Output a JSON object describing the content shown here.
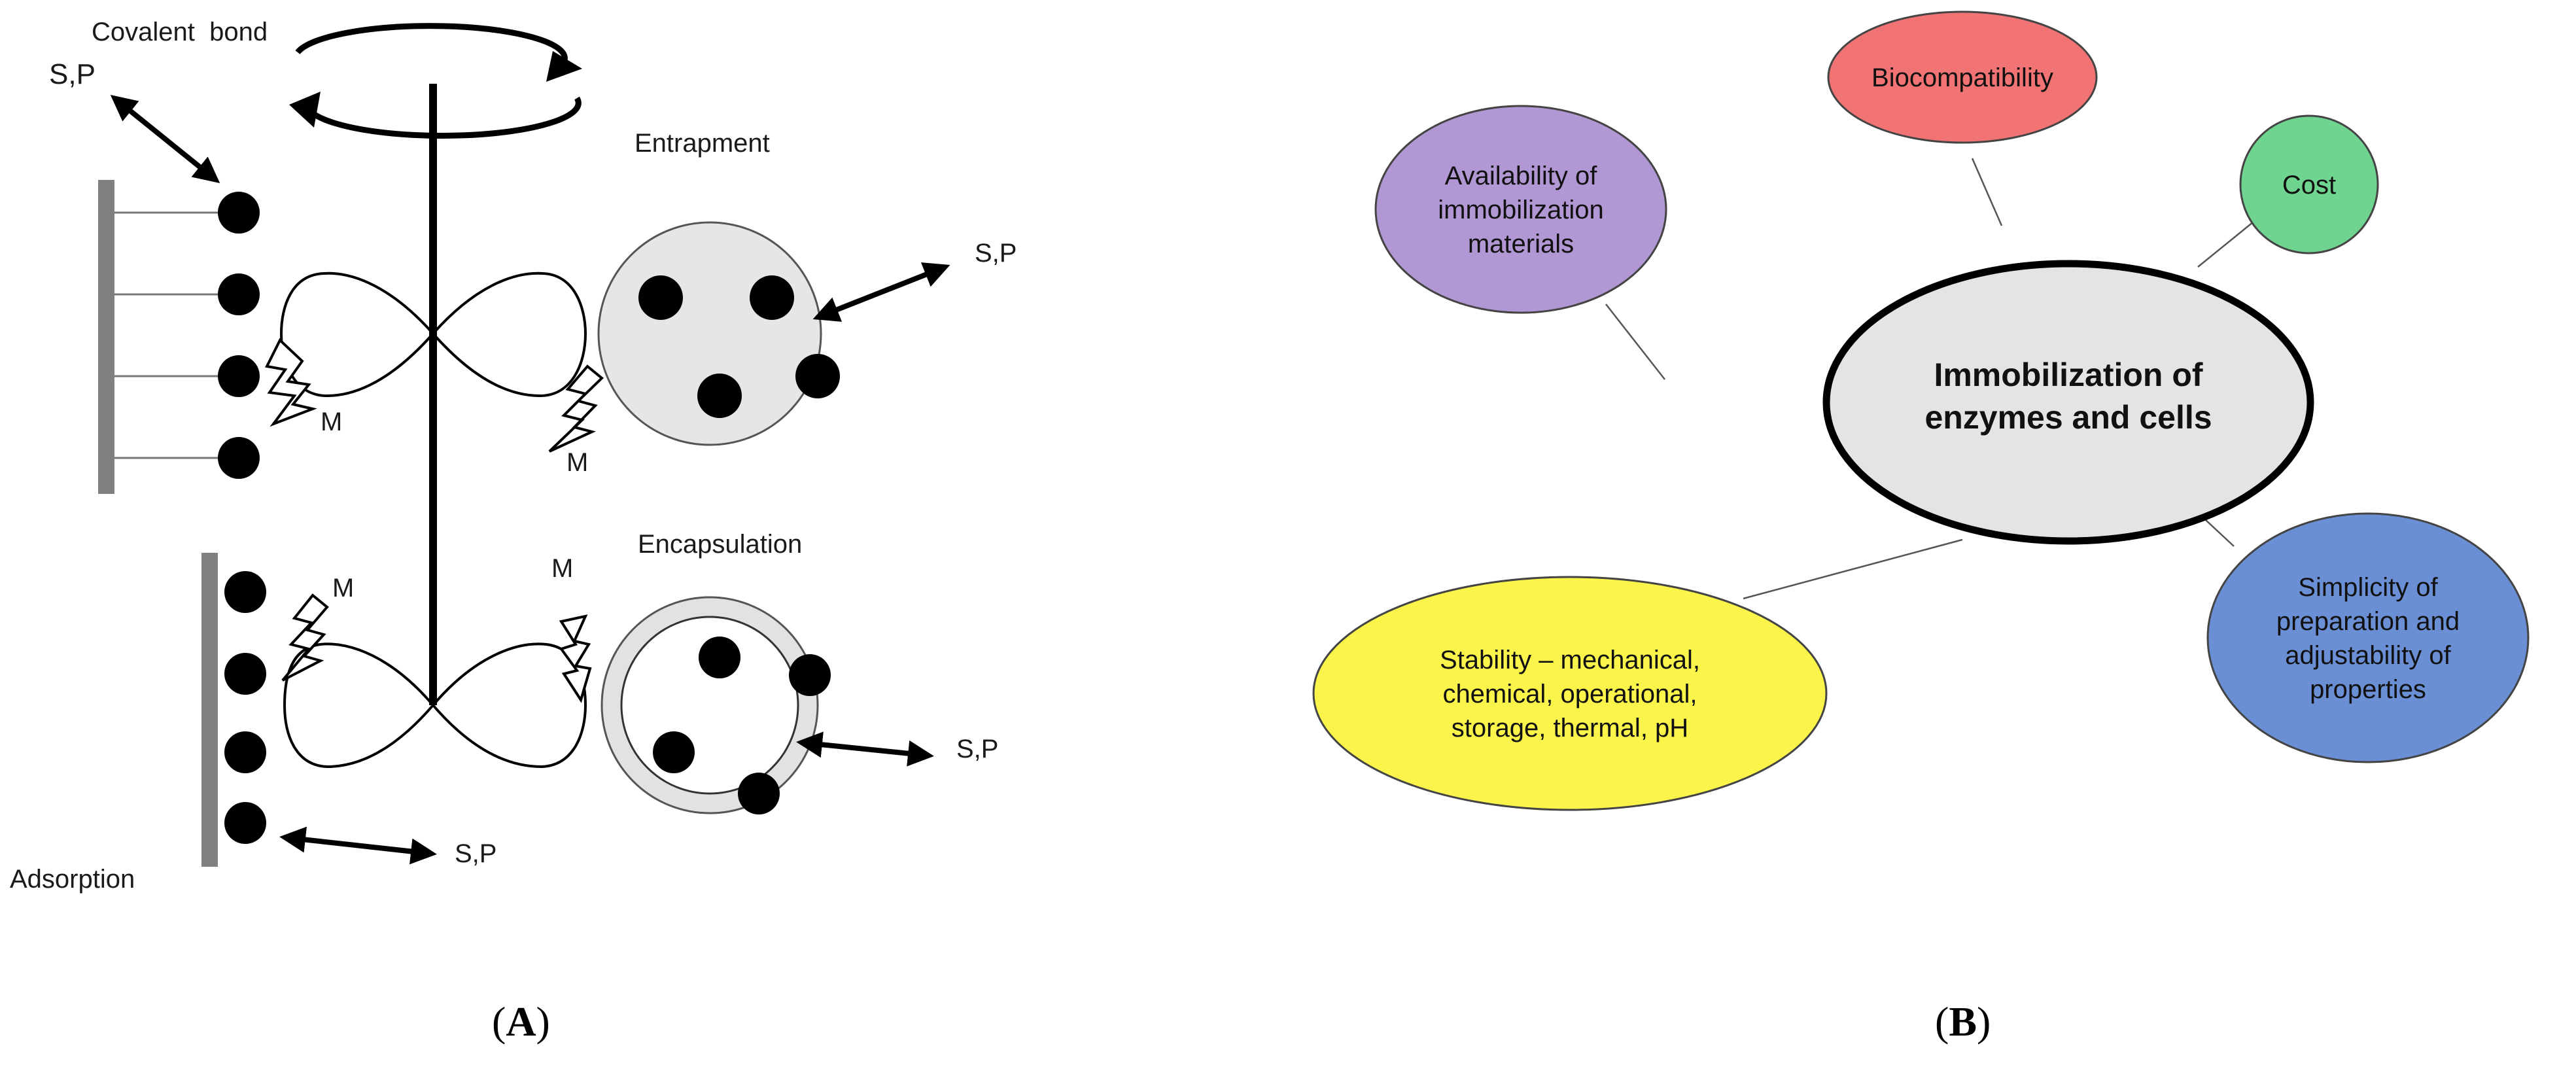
{
  "panel_a": {
    "caption_open": "(",
    "caption_letter": "A",
    "caption_close": ")",
    "labels": {
      "covalent_bond": "Covalent  bond",
      "sp_top_left": "S,P",
      "entrapment": "Entrapment",
      "sp_entrapment": "S,P",
      "m_left_upper": "M",
      "m_right_upper": "M",
      "encapsulation": "Encapsulation",
      "m_left_lower": "M",
      "m_right_lower": "M",
      "sp_encapsulation": "S,P",
      "sp_adsorption": "S,P",
      "adsorption": "Adsorption"
    }
  },
  "panel_b": {
    "caption_open": "(",
    "caption_letter": "B",
    "caption_close": ")",
    "center": {
      "line1": "Immobilization of",
      "line2": "enzymes and cells",
      "fill": "#e4e4e4"
    },
    "bubbles": {
      "biocompatibility": {
        "lines": [
          "Biocompatibility"
        ],
        "fill": "#f27373"
      },
      "availability": {
        "lines": [
          "Availability of",
          "immobilization",
          "materials"
        ],
        "fill": "#b197d3"
      },
      "cost": {
        "lines": [
          "Cost"
        ],
        "fill": "#6fd48f"
      },
      "stability": {
        "lines": [
          "Stability – mechanical,",
          "chemical, operational,",
          "storage, thermal, pH"
        ],
        "fill": "#fbf44a"
      },
      "simplicity": {
        "lines": [
          "Simplicity of",
          "preparation and",
          "adjustability of",
          "properties"
        ],
        "fill": "#6b8fd4"
      }
    }
  }
}
